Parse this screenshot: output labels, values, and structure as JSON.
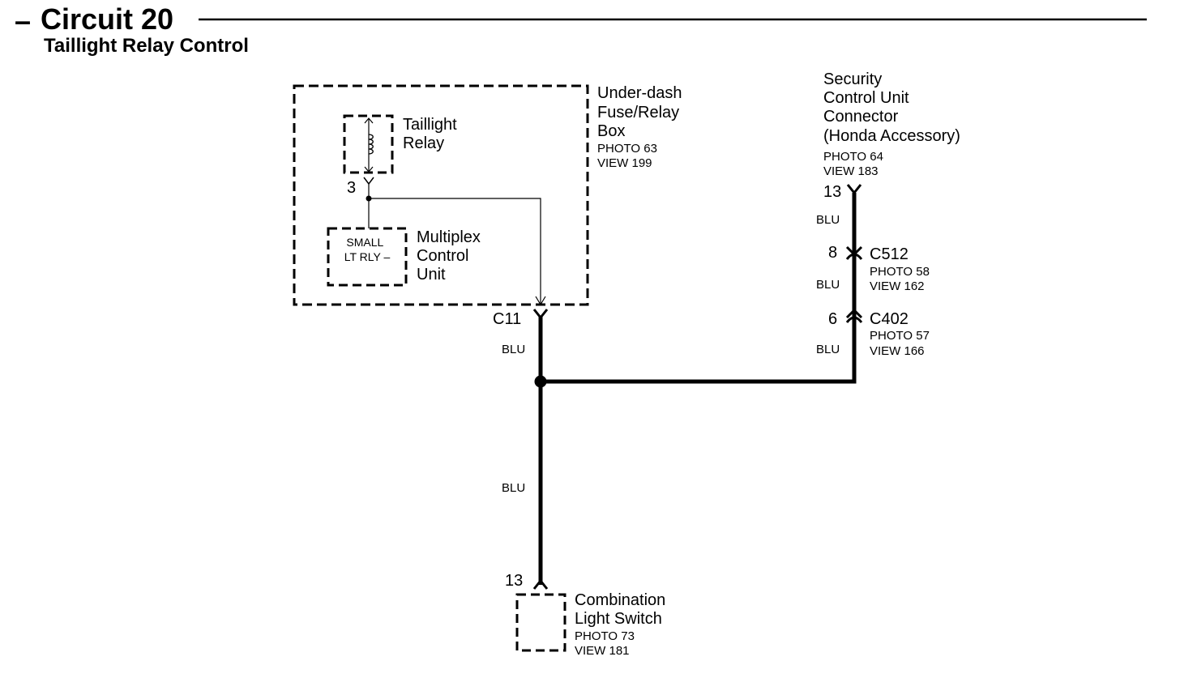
{
  "header": {
    "dash": "–",
    "title": "Circuit 20",
    "subtitle": "Taillight Relay Control"
  },
  "underdash_box": {
    "label_lines": [
      "Under-dash",
      "Fuse/Relay",
      "Box"
    ],
    "photo": "PHOTO 63",
    "view": "VIEW 199"
  },
  "taillight_relay": {
    "label_lines": [
      "Taillight",
      "Relay"
    ],
    "pin": "3"
  },
  "multiplex_unit": {
    "label_lines": [
      "Multiplex",
      "Control",
      "Unit"
    ],
    "internal_lines": [
      "SMALL",
      "LT RLY –"
    ]
  },
  "security_unit": {
    "label_lines": [
      "Security",
      "Control Unit",
      "Connector",
      "(Honda Accessory)"
    ],
    "photo": "PHOTO 64",
    "view": "VIEW 183",
    "pin": "13"
  },
  "connector_c512": {
    "name": "C512",
    "photo": "PHOTO 58",
    "view": "VIEW 162",
    "pin": "8"
  },
  "connector_c402": {
    "name": "C402",
    "photo": "PHOTO 57",
    "view": "VIEW 166",
    "pin": "6"
  },
  "connector_c11": {
    "name": "C11"
  },
  "combination_switch": {
    "label_lines": [
      "Combination",
      "Light Switch"
    ],
    "photo": "PHOTO 73",
    "view": "VIEW 181",
    "pin": "13"
  },
  "wires": {
    "color_label": "BLU"
  }
}
